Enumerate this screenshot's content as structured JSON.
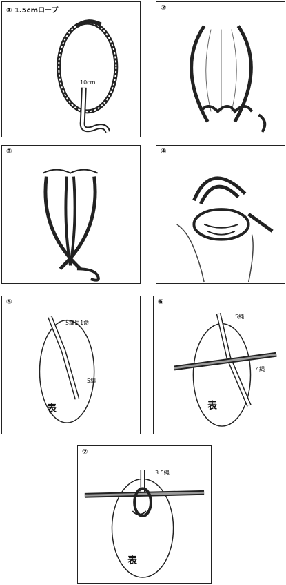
{
  "steps": [
    {
      "number": "①",
      "title": "1.5cmロープ",
      "labels": {
        "length": "10cm"
      }
    },
    {
      "number": "②"
    },
    {
      "number": "③"
    },
    {
      "number": "④"
    },
    {
      "number": "⑤",
      "labels": {
        "top": "5縄目1命",
        "side": "5縄"
      },
      "surface": "表"
    },
    {
      "number": "⑥",
      "labels": {
        "top": "5縄",
        "mid": "4縄"
      },
      "surface": "表"
    },
    {
      "number": "⑦",
      "labels": {
        "top": "3.5縄"
      },
      "surface": "表"
    }
  ]
}
